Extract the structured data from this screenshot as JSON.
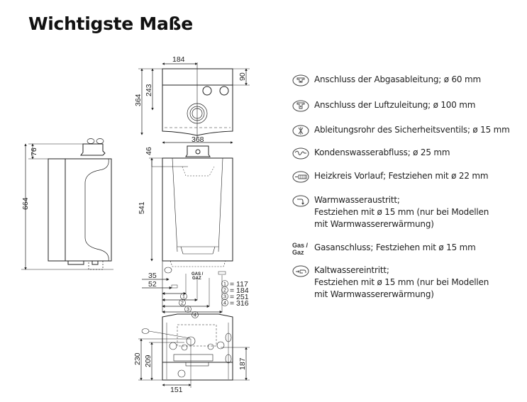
{
  "title": "Wichtigste Maße",
  "dimensions": {
    "top_view": {
      "width_half": "184",
      "depth_top": "90",
      "depth_243": "243",
      "depth_total": "364"
    },
    "front_view": {
      "width": "368",
      "offset_top": "46",
      "height": "541"
    },
    "side_view": {
      "flue_height": "76",
      "total_height": "664"
    },
    "bottom_connections": {
      "offset_35": "35",
      "offset_52": "52",
      "markers": [
        {
          "num": "1",
          "label": "= 117"
        },
        {
          "num": "2",
          "label": "= 184"
        },
        {
          "num": "3",
          "label": "= 251"
        },
        {
          "num": "4",
          "label": "= 316"
        }
      ],
      "gas_label_top": "GAS /",
      "gas_label_bottom": "GAZ"
    },
    "rear_view": {
      "height_230": "230",
      "height_209": "209",
      "height_187": "187",
      "width_151": "151"
    }
  },
  "legend": {
    "items": [
      {
        "icon": "flue-exhaust-icon",
        "lines": [
          "Anschluss der Abgasableitung; ø 60 mm"
        ]
      },
      {
        "icon": "air-intake-icon",
        "lines": [
          "Anschluss der Luftzuleitung; ø 100 mm"
        ]
      },
      {
        "icon": "safety-valve-icon",
        "lines": [
          "Ableitungsrohr des Sicherheitsventils; ø 15 mm"
        ]
      },
      {
        "icon": "condensate-drain-icon",
        "lines": [
          "Kondenswasserabfluss; ø 25 mm"
        ]
      },
      {
        "icon": "heating-flow-icon",
        "lines": [
          "Heizkreis Vorlauf; Festziehen mit ø 22 mm"
        ]
      },
      {
        "icon": "hot-water-outlet-icon",
        "lines": [
          "Warmwasseraustritt;",
          "Festziehen mit ø 15 mm (nur bei Modellen",
          "mit Warmwassererwärmung)"
        ]
      },
      {
        "icon": "gas-connection-icon",
        "icon_text": [
          "Gas /",
          "Gaz"
        ],
        "lines": [
          "Gasanschluss; Festziehen mit ø 15 mm"
        ]
      },
      {
        "icon": "cold-water-inlet-icon",
        "lines": [
          "Kaltwassereintritt;",
          "Festziehen mit ø 15 mm (nur bei Modellen",
          "mit Warmwassererwärmung)"
        ]
      }
    ]
  }
}
